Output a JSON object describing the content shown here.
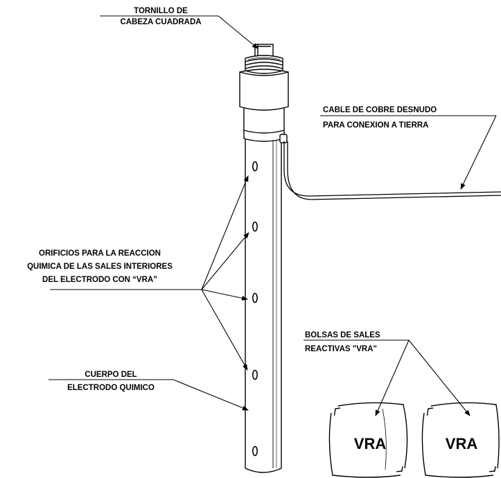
{
  "labels": {
    "tornillo_line1": "TORNILLO  DE",
    "tornillo_line2": "CABEZA CUADRADA",
    "cable_line1": "CABLE DE COBRE  DESNUDO",
    "cable_line2": "PARA CONEXION A TIERRA",
    "orificios_line1": "ORIFICIOS PARA LA REACCION",
    "orificios_line2": "QUIMICA DE LAS SALES INTERIORES",
    "orificios_line3": "DEL ELECTRODO CON “VRA”",
    "bolsas_line1": "BOLSAS DE SALES",
    "bolsas_line2": "REACTIVAS \"VRA\"",
    "cuerpo_line1": "CUERPO DEL",
    "cuerpo_line2": "ELECTRODO QUIMICO"
  },
  "bags": [
    {
      "label": "VRA"
    },
    {
      "label": "VRA"
    }
  ],
  "colors": {
    "ink": "#000000",
    "background": "#ffffff"
  }
}
